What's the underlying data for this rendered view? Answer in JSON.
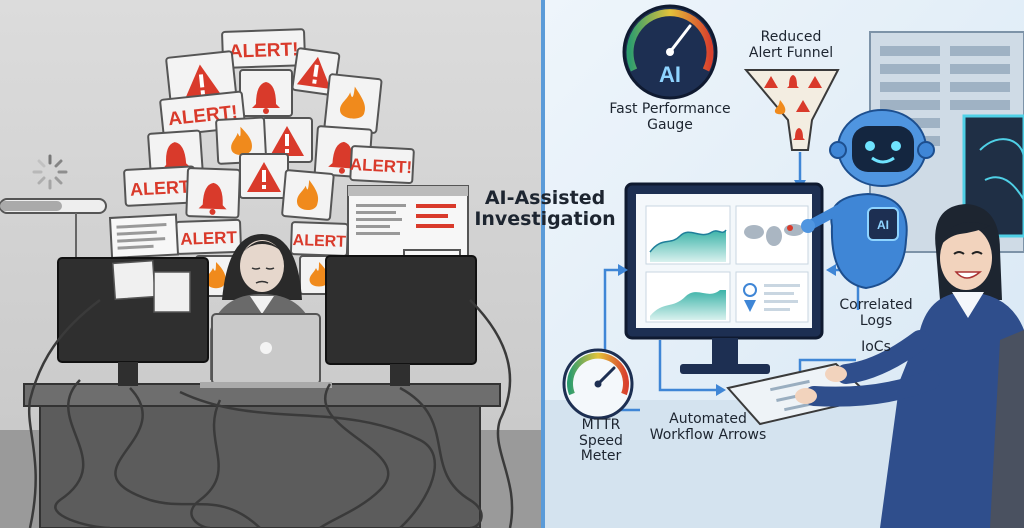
{
  "left_panel": {
    "alert_word": "ALERT!",
    "alert_word_short": "ALERT"
  },
  "center": {
    "ai_assisted_line1": "AI-Assisted",
    "ai_assisted_line2": "Investigation"
  },
  "right_panel": {
    "gauge": {
      "badge": "AI",
      "label_line1": "Fast Performance",
      "label_line2": "Gauge"
    },
    "funnel": {
      "label_line1": "Reduced",
      "label_line2": "Alert Funnel"
    },
    "robot_chip": "AI",
    "correlated_logs": {
      "line1": "Correlated",
      "line2": "Logs"
    },
    "iocs": "IoCs",
    "mttr": {
      "line1": "MTTR",
      "line2": "Speed",
      "line3": "Meter"
    },
    "workflow": {
      "line1": "Automated",
      "line2": "Workflow Arrows"
    }
  },
  "colors": {
    "left_bg": "#d2d2d2",
    "right_bg": "#e3eff9",
    "divider": "#5b9bd8",
    "alert_red": "#d93a2b",
    "flame_orange": "#f08a1c",
    "teal": "#2ea6a6",
    "robot_blue": "#3f86d6",
    "navy": "#1d2f52"
  }
}
